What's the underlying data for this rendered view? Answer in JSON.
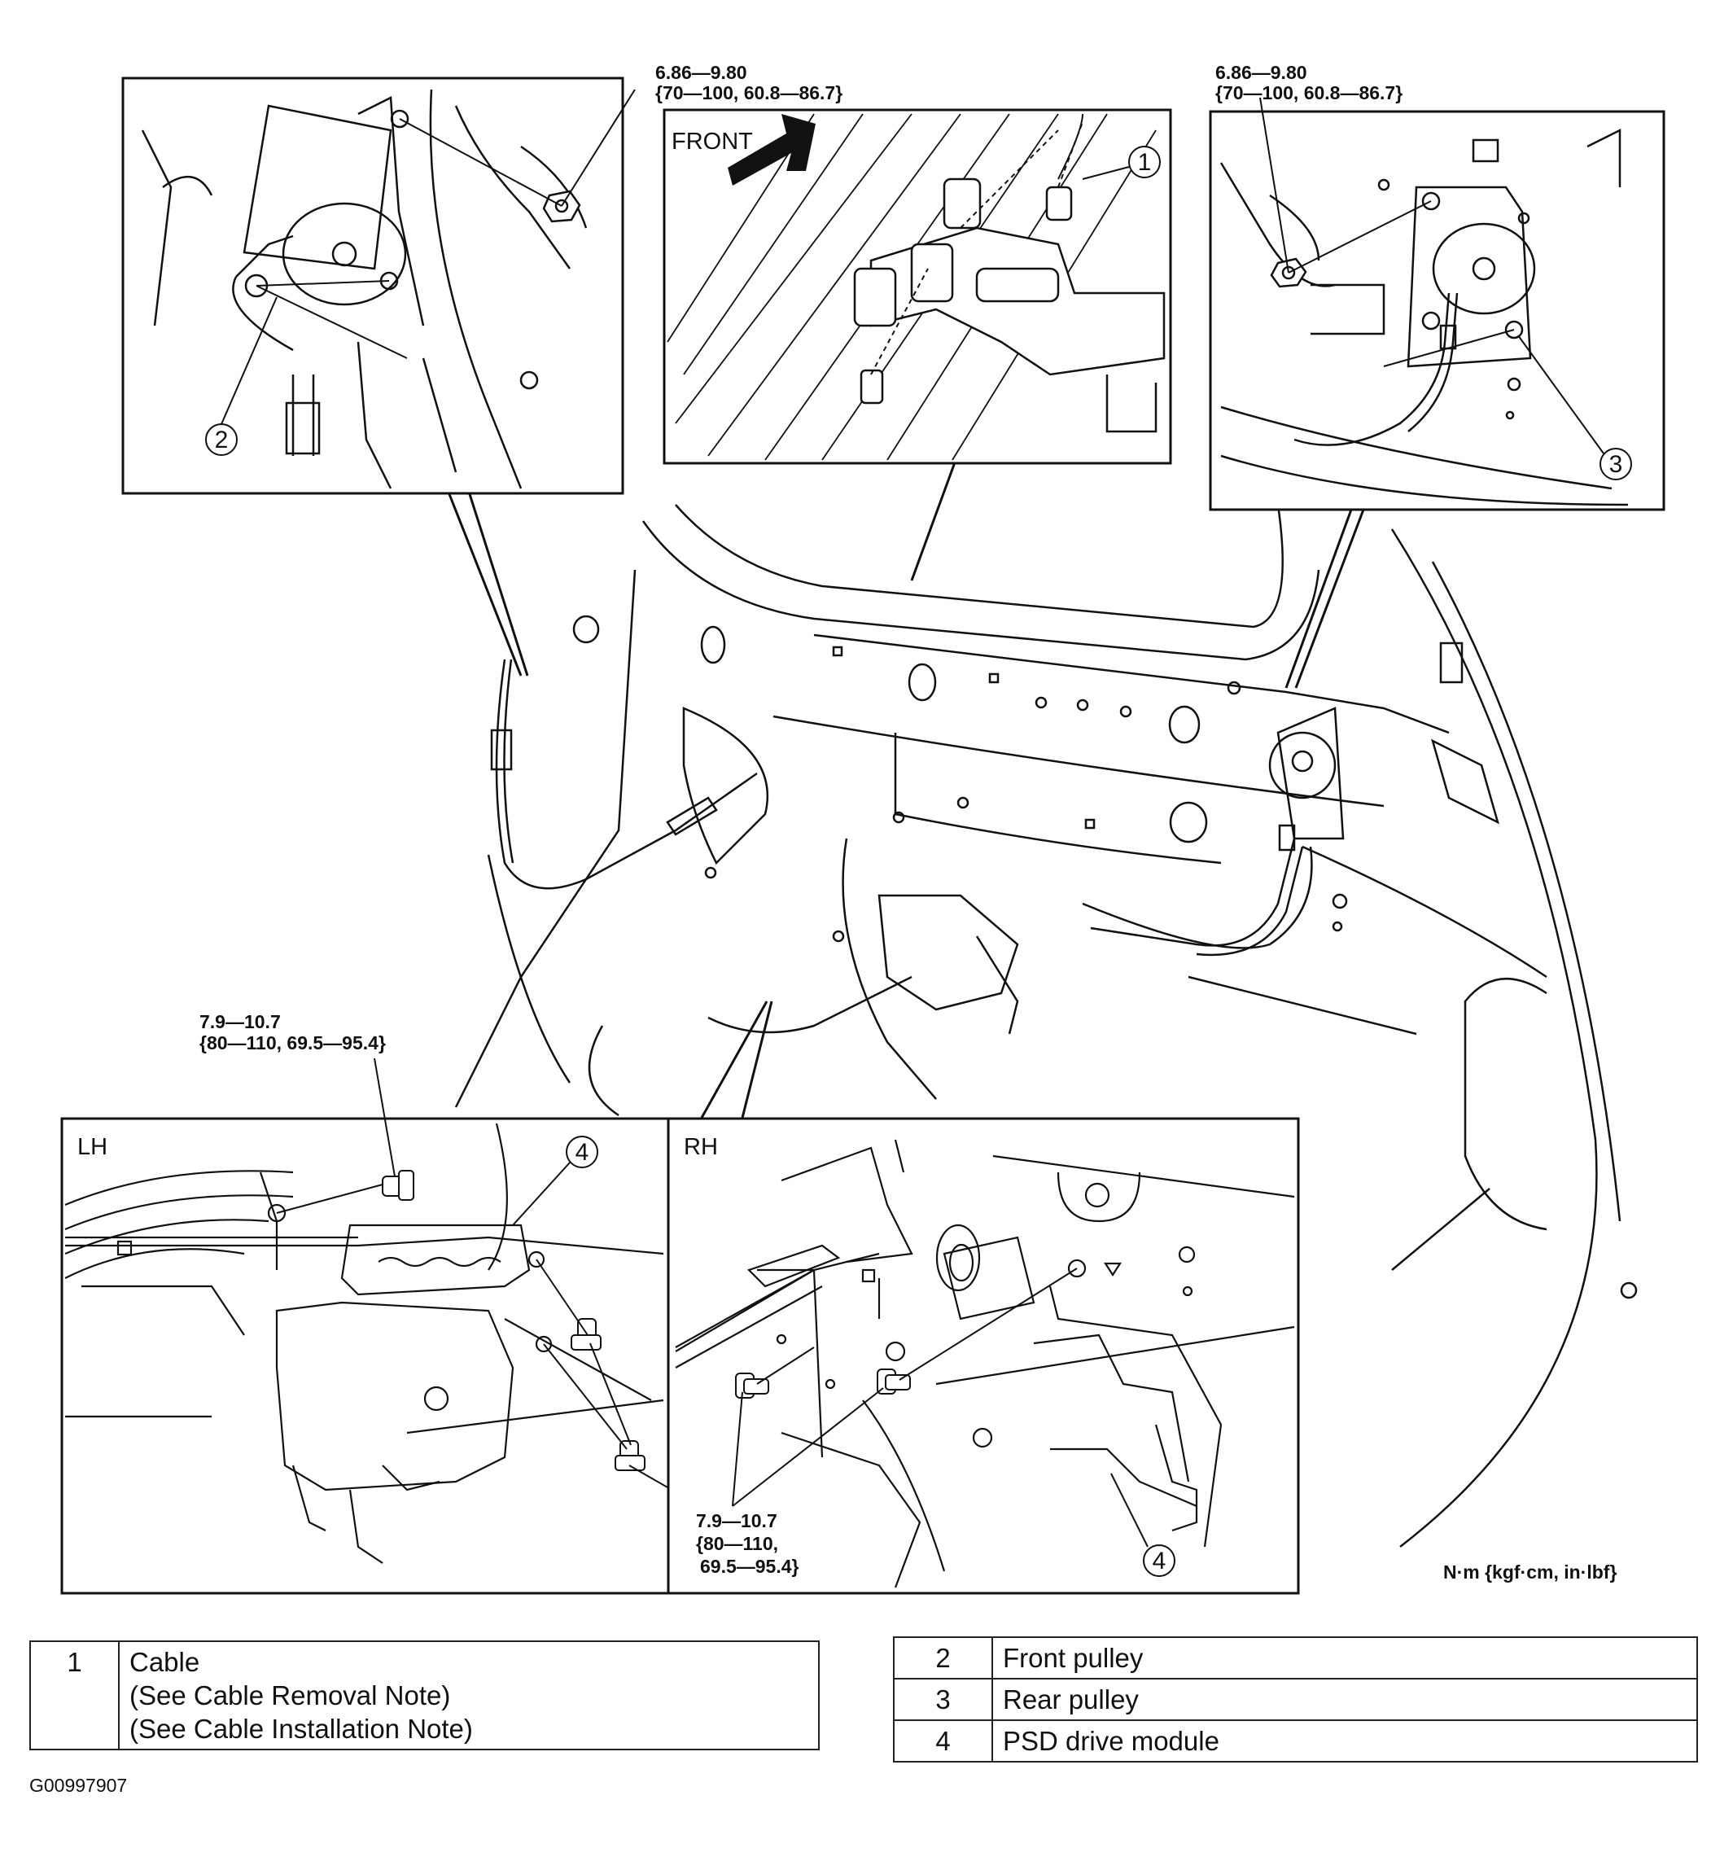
{
  "figure_id": "G00997907",
  "unit_note": "N·m {kgf·cm, in·lbf}",
  "insets": {
    "front_pulley": {
      "torque_line1": "6.86—9.80",
      "torque_line2": "{70—100, 60.8—86.7}",
      "callout": "2"
    },
    "cable_top": {
      "direction_label": "FRONT",
      "callout": "1"
    },
    "rear_pulley": {
      "torque_line1": "6.86—9.80",
      "torque_line2": "{70—100, 60.8—86.7}",
      "callout": "3"
    },
    "lh_module": {
      "tag": "LH",
      "torque_line1": "7.9—10.7",
      "torque_line2": "{80—110, 69.5—95.4}",
      "callout": "4"
    },
    "rh_module": {
      "tag": "RH",
      "torque_line1": "7.9—10.7",
      "torque_line2": "{80—110,",
      "torque_line3": "69.5—95.4}",
      "callout": "4"
    }
  },
  "legend_left": [
    {
      "num": "1",
      "lines": [
        "Cable",
        "(See Cable Removal Note)",
        "(See Cable Installation Note)"
      ]
    }
  ],
  "legend_right": [
    {
      "num": "2",
      "name": "Front pulley"
    },
    {
      "num": "3",
      "name": "Rear pulley"
    },
    {
      "num": "4",
      "name": "PSD drive module"
    }
  ]
}
